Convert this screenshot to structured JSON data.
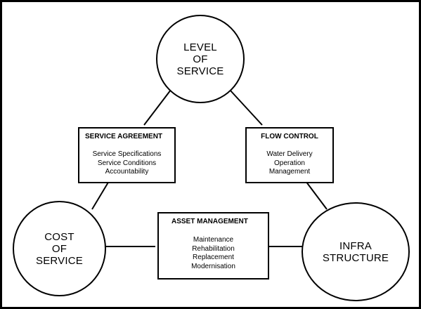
{
  "nodes": {
    "level_of_service": {
      "lines": [
        "LEVEL",
        "OF",
        "SERVICE"
      ]
    },
    "cost_of_service": {
      "lines": [
        "COST",
        "OF",
        "SERVICE"
      ]
    },
    "infrastructure": {
      "lines": [
        "INFRA",
        "STRUCTURE"
      ]
    }
  },
  "boxes": {
    "service_agreement": {
      "title": "SERVICE AGREEMENT",
      "items": [
        "Service Specifications",
        "Service Conditions",
        "Accountability"
      ]
    },
    "flow_control": {
      "title": "FLOW CONTROL",
      "items": [
        "Water Delivery",
        "Operation",
        "Management"
      ]
    },
    "asset_management": {
      "title": "ASSET MANAGEMENT",
      "items": [
        "Maintenance",
        "Rehabilitation",
        "Replacement",
        "Modernisation"
      ]
    }
  },
  "colors": {
    "line": "#000000",
    "background": "#ffffff"
  }
}
